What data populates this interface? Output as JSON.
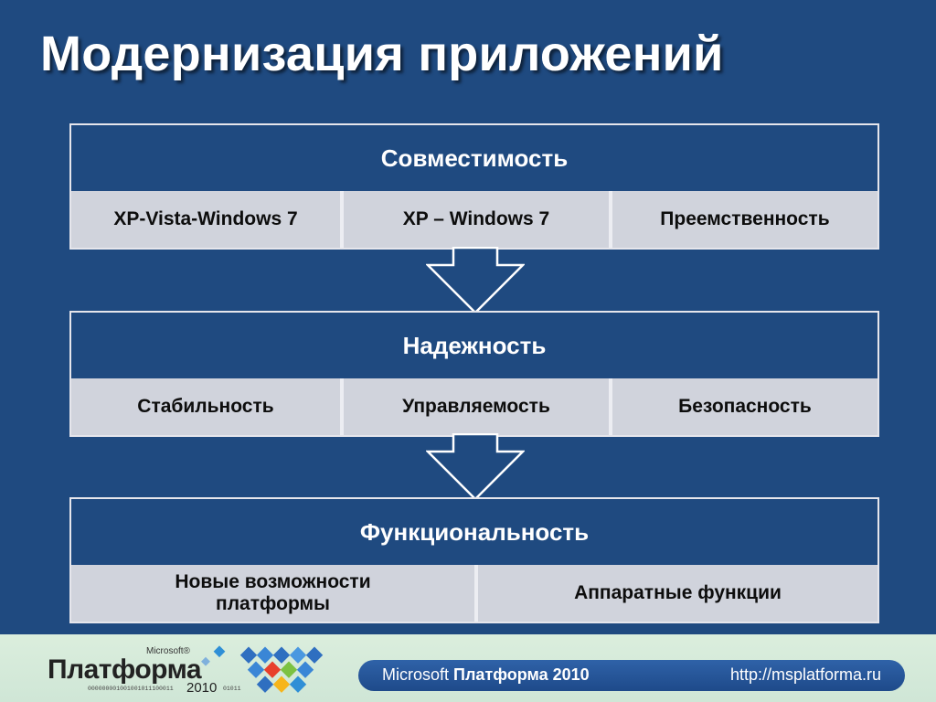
{
  "slide": {
    "title": "Модернизация приложений"
  },
  "blocks": [
    {
      "header": "Совместимость",
      "cells": [
        "XP-Vista-Windows 7",
        "XP – Windows 7",
        "Преемственность"
      ]
    },
    {
      "header": "Надежность",
      "cells": [
        "Стабильность",
        "Управляемость",
        "Безопасность"
      ]
    },
    {
      "header": "Функциональность",
      "cells": [
        "Новые возможности платформы",
        "Аппаратные функции"
      ]
    }
  ],
  "footer": {
    "logo": {
      "microsoft": "Microsoft®",
      "name": "Платформа",
      "binary": "000000001001001011100011",
      "year": "2010",
      "binary_tail": "01011"
    },
    "brand_prefix": "Microsoft",
    "brand_name": "Платформа 2010",
    "url": "http://msplatforma.ru"
  },
  "colors": {
    "background": "#1f4a80",
    "cell_fill": "#d0d3dc",
    "border": "#e6e6ec",
    "footer_bg": "#d4e9d9",
    "footer_bar": "#234f91"
  }
}
